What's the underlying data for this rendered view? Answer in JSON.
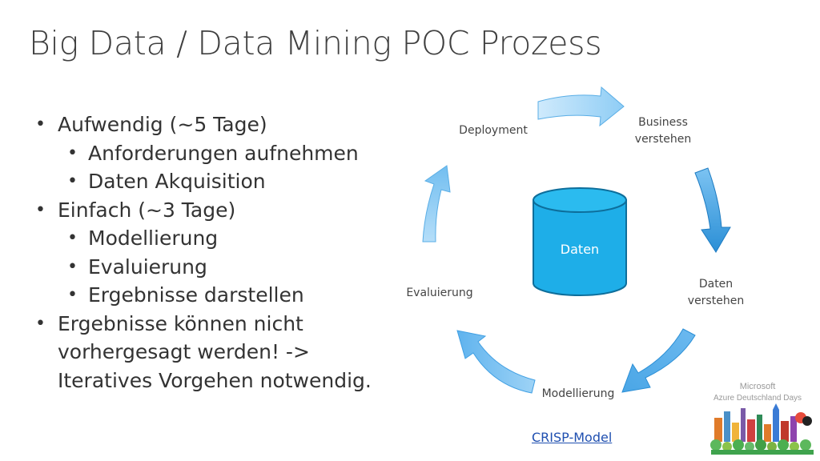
{
  "slide": {
    "title": "Big Data / Data Mining POC Prozess",
    "bullets": [
      {
        "level": 1,
        "text": "Aufwendig (~5 Tage)"
      },
      {
        "level": 2,
        "text": "Anforderungen aufnehmen"
      },
      {
        "level": 2,
        "text": "Daten Akquisition"
      },
      {
        "level": 1,
        "text": "Einfach (~3 Tage)"
      },
      {
        "level": 2,
        "text": "Modellierung"
      },
      {
        "level": 2,
        "text": "Evaluierung"
      },
      {
        "level": 2,
        "text": "Ergebnisse darstellen"
      },
      {
        "level": 1,
        "text": "Ergebnisse können nicht vorhergesagt werden! -> Iteratives Vorgehen notwendig."
      }
    ]
  },
  "diagram": {
    "stages": {
      "deployment": "Deployment",
      "business_line1": "Business",
      "business_line2": "verstehen",
      "daten_line1": "Daten",
      "daten_line2": "verstehen",
      "modellierung": "Modellierung",
      "evaluierung": "Evaluierung"
    },
    "center": "Daten",
    "colors": {
      "arrow_light": "#bfe4fb",
      "arrow_dark": "#2b8fd6",
      "cylinder": "#1eaee8",
      "cylinder_stroke": "#0d6e9b"
    }
  },
  "link": {
    "label": "CRISP-Model"
  },
  "logo": {
    "line1": "Microsoft",
    "line2": "Azure Deutschland Days"
  }
}
